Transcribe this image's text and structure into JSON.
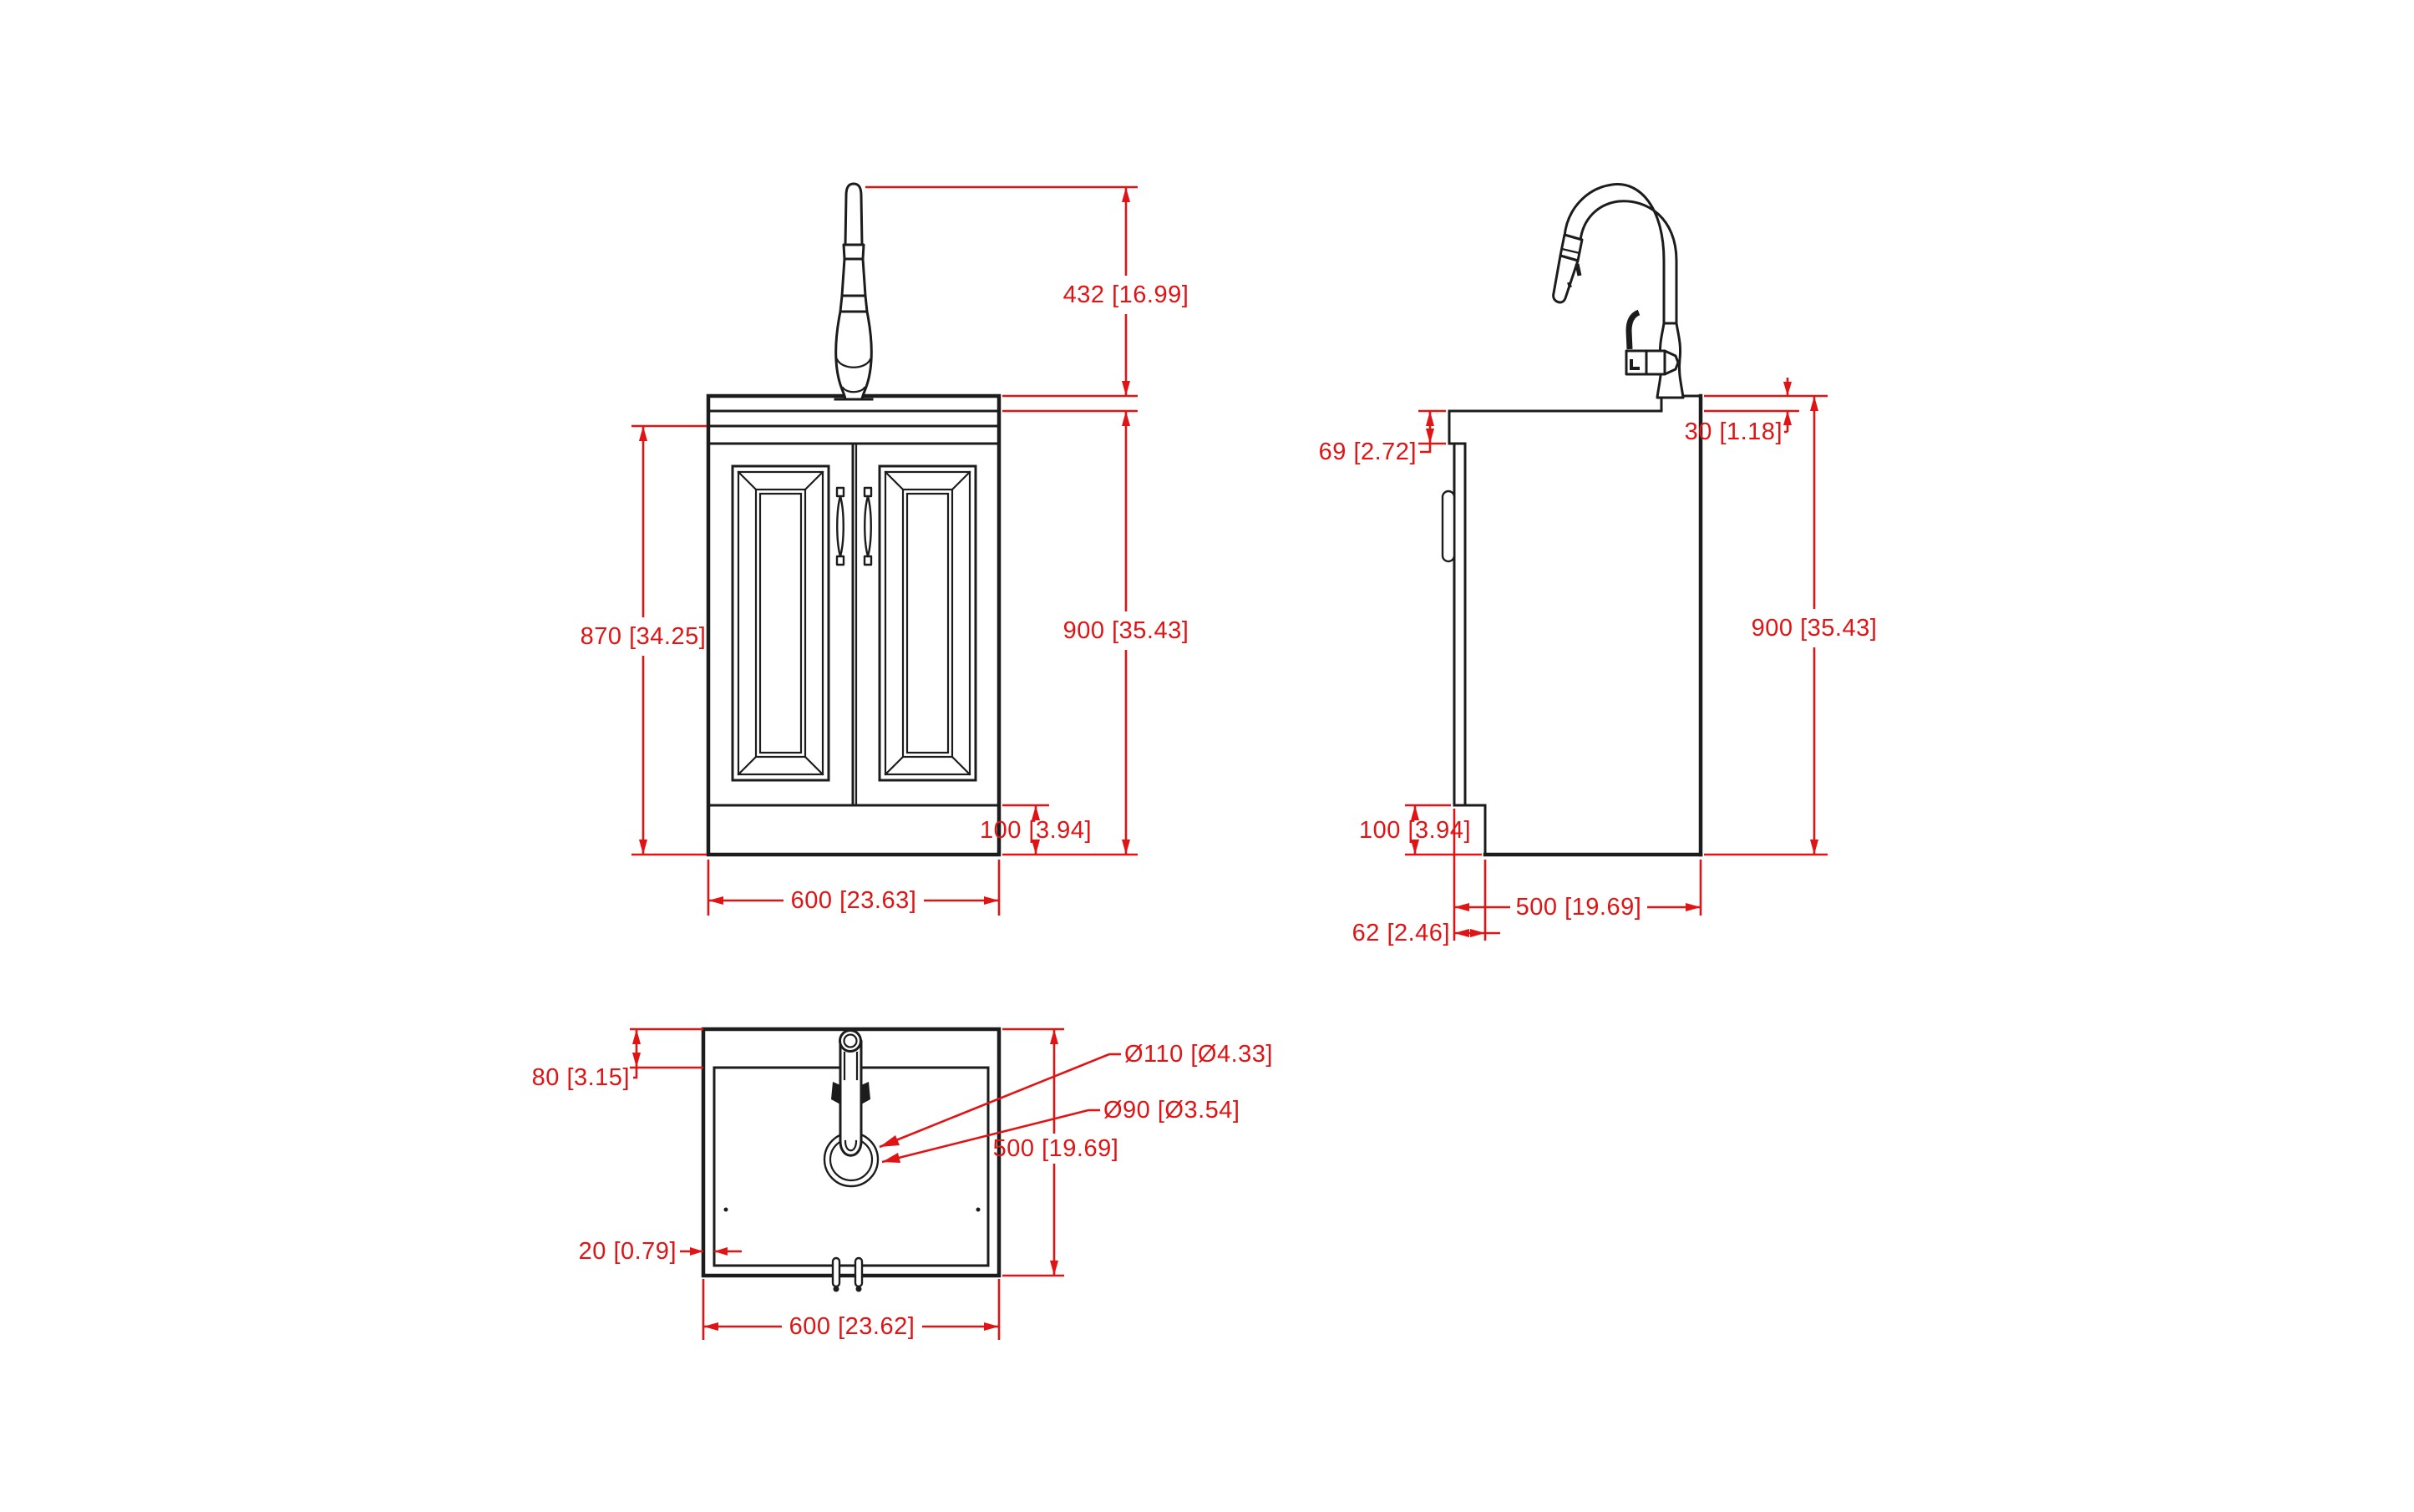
{
  "drawing": {
    "type": "technical-drawing",
    "subject": "sink vanity cabinet with pull-down faucet, three orthographic views",
    "colors": {
      "dimension": "#e01414",
      "line": "#1c1c1c",
      "background": "#ffffff"
    },
    "views": {
      "front": {
        "dims": {
          "faucet_height": "432 [16.99]",
          "cabinet_height": "870 [34.25]",
          "overall_height": "900 [35.43]",
          "toe_kick_height": "100 [3.94]",
          "width": "600 [23.63]"
        }
      },
      "side": {
        "dims": {
          "counter_edge_thickness": "69 [2.72]",
          "countertop_thickness": "30 [1.18]",
          "overall_height": "900 [35.43]",
          "toe_kick_height": "100 [3.94]",
          "depth": "500 [19.69]",
          "toe_kick_depth": "62 [2.46]"
        }
      },
      "top": {
        "dims": {
          "deck_depth": "80 [3.15]",
          "drain_outer_diameter": "Ø110 [Ø4.33]",
          "drain_inner_diameter": "Ø90 [Ø3.54]",
          "depth": "500 [19.69]",
          "rim_offset": "20 [0.79]",
          "width": "600 [23.62]"
        }
      }
    }
  }
}
